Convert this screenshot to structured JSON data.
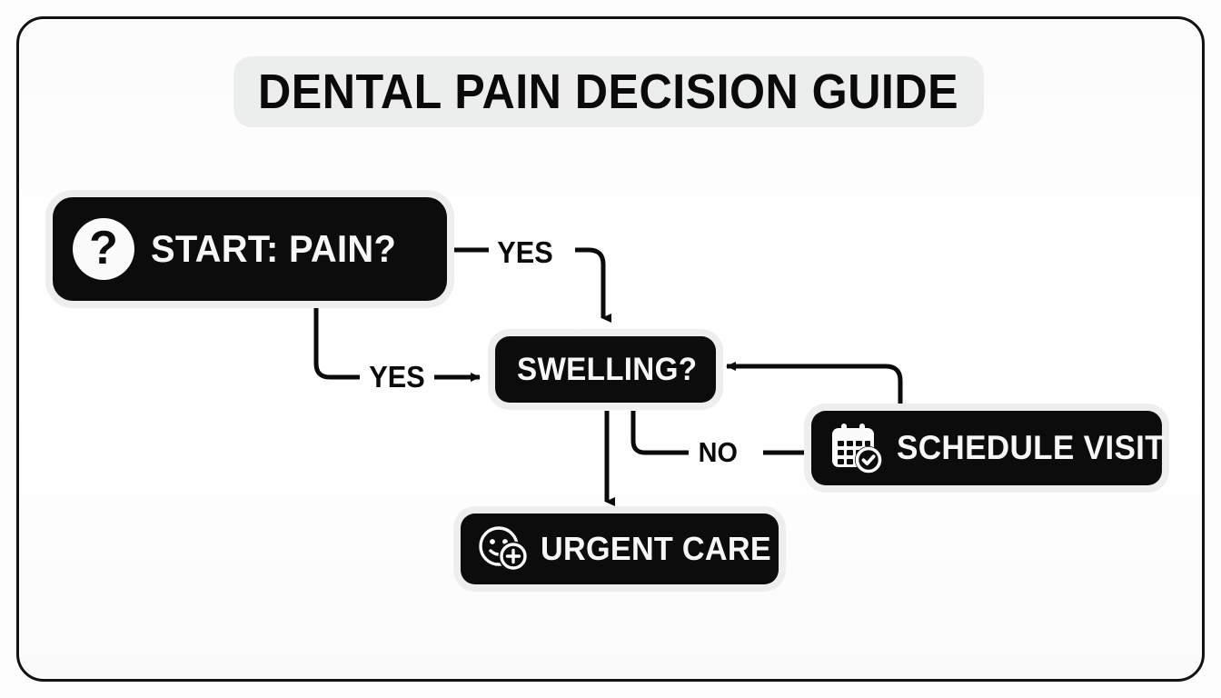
{
  "frame": {
    "border_color": "#111111",
    "background": "#fdfdfd"
  },
  "header": {
    "title": "DENTAL PAIN DECISION GUIDE",
    "pill_background": "#eceded",
    "title_color": "#0a0a0a"
  },
  "theme": {
    "node_fill": "#0c0c0c",
    "node_text": "#f7f7f7",
    "node_halo": "#eeeeee",
    "connector": "#0a0a0a"
  },
  "flowchart": {
    "type": "decision-flowchart",
    "nodes": [
      {
        "id": "start",
        "label": "START: PAIN?",
        "icon": "question-mark-circle-icon",
        "shape": "rounded-rect"
      },
      {
        "id": "swelling",
        "label": "SWELLING?",
        "icon": null,
        "shape": "rounded-rect"
      },
      {
        "id": "schedule",
        "label": "SCHEDULE VISIT",
        "icon": "calendar-check-icon",
        "shape": "rounded-rect"
      },
      {
        "id": "urgent",
        "label": "URGENT CARE",
        "icon": "face-plus-icon",
        "shape": "rounded-rect"
      }
    ],
    "edges": [
      {
        "from": "start",
        "to": "swelling",
        "label": "YES",
        "arrow": "down"
      },
      {
        "from": "start",
        "to": "swelling",
        "label": "YES",
        "arrow": "right"
      },
      {
        "from": "swelling",
        "to": "urgent",
        "label": "",
        "arrow": "down"
      },
      {
        "from": "swelling",
        "to": "schedule",
        "label": "NO",
        "arrow": "none"
      },
      {
        "from": "schedule",
        "to": "swelling",
        "label": "",
        "arrow": "left"
      }
    ],
    "labels": {
      "yes_top": "YES",
      "yes_mid": "YES",
      "no": "NO"
    }
  }
}
